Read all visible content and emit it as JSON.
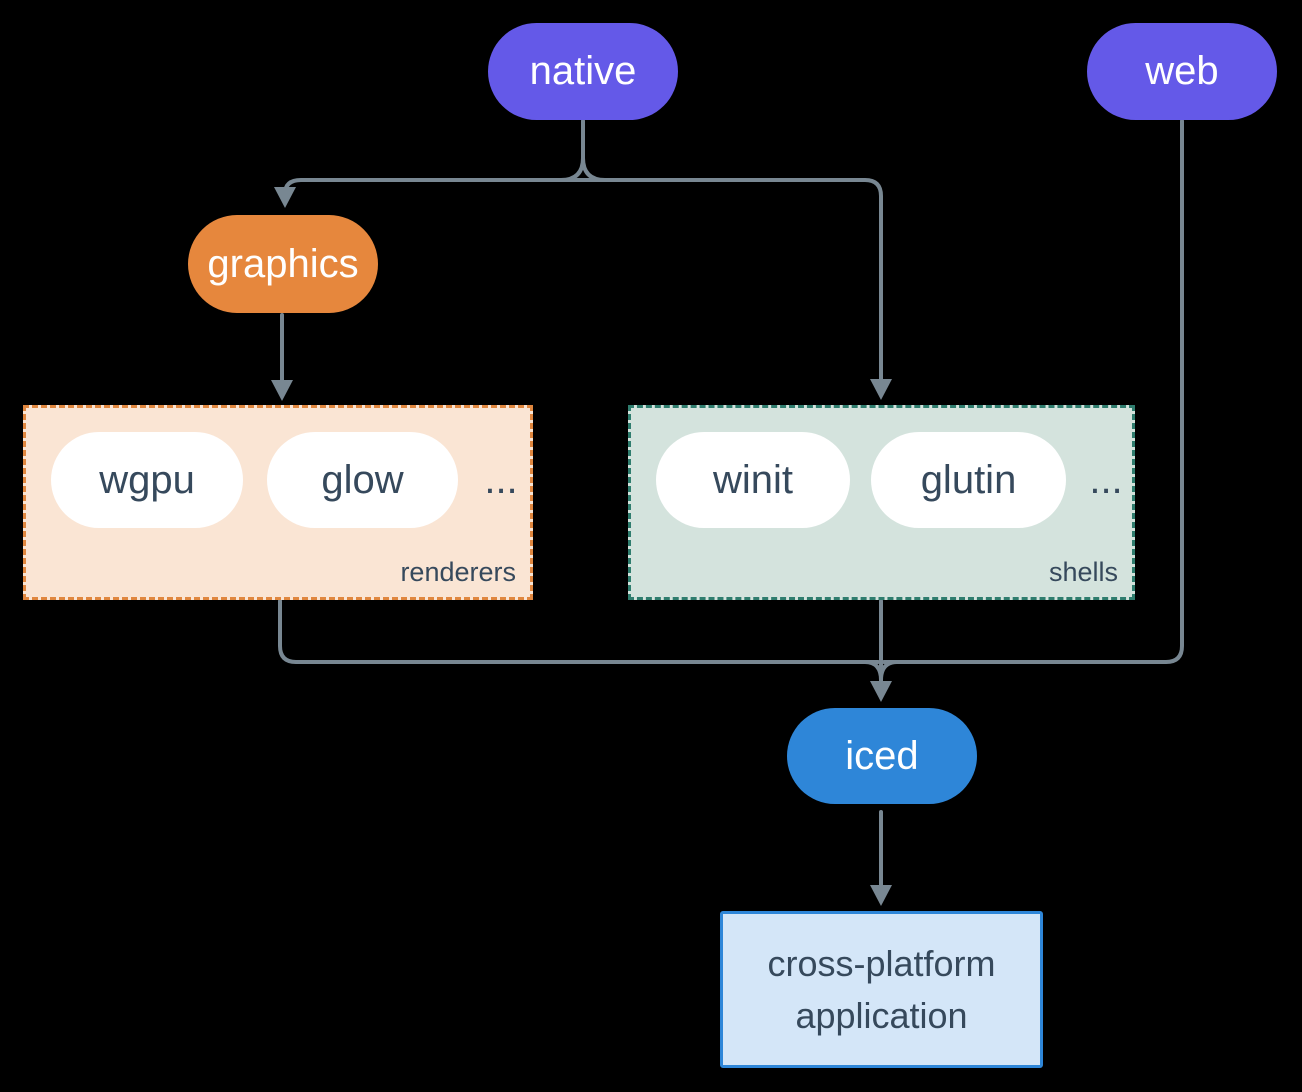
{
  "canvas": {
    "background": "#000000",
    "line_color": "#788792"
  },
  "nodes": {
    "native": {
      "label": "native",
      "color": "#6459e8",
      "text_color": "#ffffff"
    },
    "web": {
      "label": "web",
      "color": "#6459e8",
      "text_color": "#ffffff"
    },
    "graphics": {
      "label": "graphics",
      "color": "#e6873d",
      "text_color": "#ffffff"
    },
    "iced": {
      "label": "iced",
      "color": "#2e86d8",
      "text_color": "#ffffff"
    },
    "app": {
      "label": "cross-platform application",
      "fill": "#d4e6f8",
      "border": "#2e86d8",
      "text_color": "#36495c"
    }
  },
  "groups": {
    "renderers": {
      "label": "renderers",
      "fill": "#fae5d4",
      "border": "#e0873f",
      "items": [
        "wgpu",
        "glow"
      ],
      "more": "...",
      "item_text_color": "#36495c"
    },
    "shells": {
      "label": "shells",
      "fill": "#d4e3dd",
      "border": "#2f7d6e",
      "items": [
        "winit",
        "glutin"
      ],
      "more": "...",
      "item_text_color": "#36495c"
    }
  },
  "edges": [
    {
      "from": "native",
      "to": "graphics"
    },
    {
      "from": "native",
      "to": "shells"
    },
    {
      "from": "graphics",
      "to": "renderers"
    },
    {
      "from": "renderers",
      "to": "iced"
    },
    {
      "from": "shells",
      "to": "iced"
    },
    {
      "from": "web",
      "to": "iced"
    },
    {
      "from": "iced",
      "to": "app"
    }
  ]
}
